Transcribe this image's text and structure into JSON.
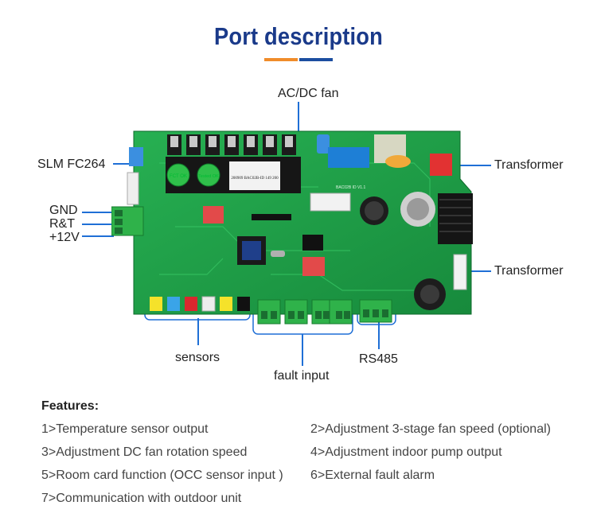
{
  "header": {
    "title": "Port description"
  },
  "colors": {
    "title": "#1a3a8a",
    "accent_orange": "#f08c2a",
    "accent_blue": "#1c4ea0",
    "leader_line": "#1f6fd6",
    "board": "#1e9e4a"
  },
  "labels": {
    "acdc_fan": "AC/DC fan",
    "slm": "SLM FC264",
    "gnd": "GND",
    "rt": "R&T",
    "v12": "+12V",
    "transformer_top": "Transformer",
    "transformer_bottom": "Transformer",
    "sensors": "sensors",
    "fault_input": "fault input",
    "rs485": "RS485"
  },
  "board_text": {
    "fct": "FCT OK",
    "tested": "Tested OK",
    "sticker": "200909 BAC02B-ID 149 200",
    "silk": "BAC02B ID V1.1"
  },
  "features": {
    "title": "Features:",
    "items": [
      "1>Temperature sensor output",
      "2>Adjustment 3-stage fan speed (optional)",
      "3>Adjustment DC fan rotation speed",
      "4>Adjustment indoor pump output",
      "5>Room card function (OCC sensor input )",
      "6>External fault alarm",
      "7>Communication with outdoor unit"
    ]
  }
}
